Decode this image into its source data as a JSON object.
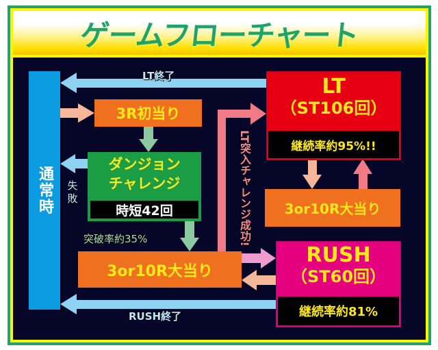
{
  "header": {
    "title": "ゲームフローチャート"
  },
  "nodes": {
    "normal": {
      "label": "通常時"
    },
    "first_hit": {
      "label": "3R初当り"
    },
    "dungeon": {
      "title_line1": "ダンジョン",
      "title_line2": "チャレンジ",
      "sub": "時短42回"
    },
    "big_hit_main": {
      "label": "3or10R大当り"
    },
    "lt": {
      "title": "LT",
      "sub": "（ST106回）",
      "rate": "継続率約95%!!"
    },
    "big_hit_lt": {
      "label": "3or10R大当り"
    },
    "rush": {
      "title": "RUSH",
      "sub": "（ST60回）",
      "rate": "継続率約81%"
    }
  },
  "edges": {
    "lt_end": "LT終了",
    "rush_end": "RUSH終了",
    "fail": "失敗",
    "breakthrough": "突破率約35%",
    "lt_challenge_success": "LT突入チャレンジ成功!"
  },
  "colors": {
    "frame_green": "#22a36a",
    "frame_yellow": "#fff200",
    "board": "#050628",
    "normal_blue": "#0b9be0",
    "orange": "#ef7120",
    "green": "#1a9d45",
    "lt_red": "#e60012",
    "rush_magenta": "#e4007f",
    "text_yellow": "#ffe81a",
    "arrow_light_blue": "#8fd3f2",
    "arrow_peach": "#f6b69a",
    "arrow_green": "#8cc9a0",
    "arrow_pink": "#f07a86",
    "arrow_lavender": "#ee9ccf"
  }
}
